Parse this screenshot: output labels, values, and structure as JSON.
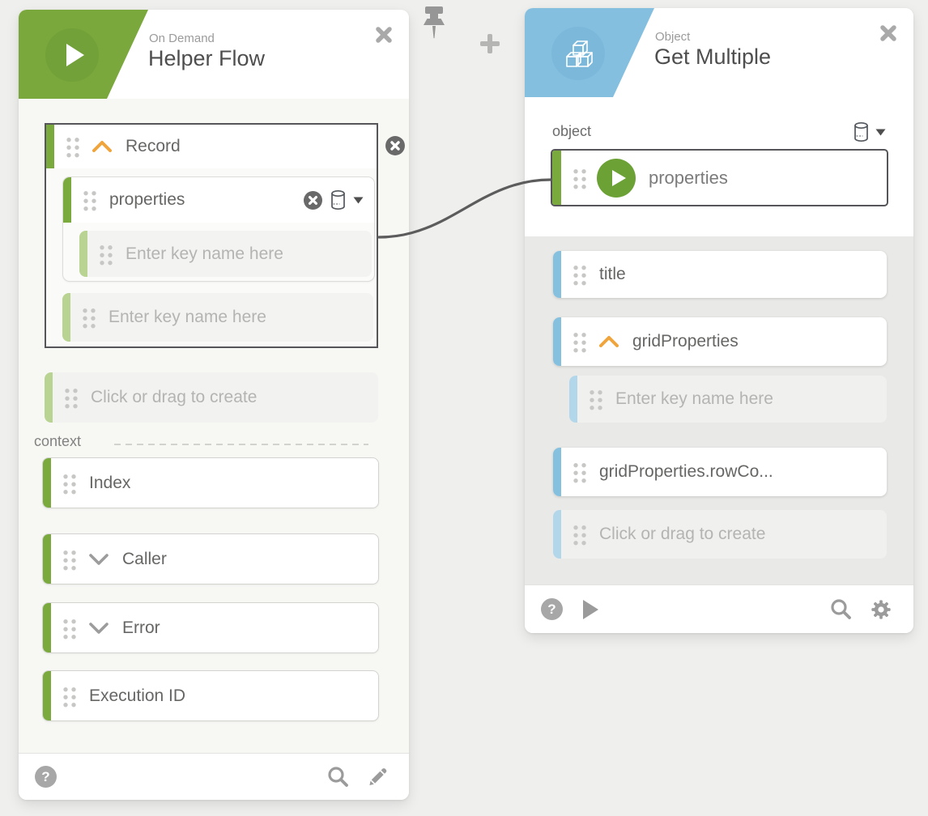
{
  "colors": {
    "green": "#7aa83c",
    "green_dark": "#71a138",
    "green_bar_light": "#b9d392",
    "blue": "#84bfe0",
    "blue_dark": "#7bb8da",
    "blue_bar_light": "#b3d7ea",
    "orange": "#f0a43c",
    "connector": "#5c5c5c"
  },
  "canvas": {
    "pin_icon": "pushpin-icon",
    "add_icon": "plus-icon"
  },
  "left_card": {
    "header": {
      "kind": "On Demand",
      "title": "Helper Flow",
      "icon": "play-icon"
    },
    "record": {
      "label": "Record",
      "properties": {
        "label": "properties",
        "icons": [
          "remove-icon",
          "database-icon",
          "caret-down-icon"
        ]
      },
      "nested_placeholder": "Enter key name here",
      "placeholder": "Enter key name here"
    },
    "create_placeholder": "Click or drag to create",
    "context": {
      "label": "context",
      "items": [
        {
          "label": "Index",
          "expandable": false
        },
        {
          "label": "Caller",
          "expandable": true
        },
        {
          "label": "Error",
          "expandable": true
        },
        {
          "label": "Execution ID",
          "expandable": false
        }
      ]
    },
    "footer": {
      "help": "?",
      "icons": [
        "help-icon",
        "search-icon",
        "edit-icon"
      ]
    }
  },
  "right_card": {
    "header": {
      "kind": "Object",
      "title": "Get Multiple",
      "icon": "cubes-icon"
    },
    "object": {
      "label": "object",
      "value": "properties",
      "picker_icons": [
        "database-icon",
        "caret-down-icon"
      ]
    },
    "fields": [
      {
        "label": "title"
      },
      {
        "label": "gridProperties",
        "expanded": true
      },
      {
        "placeholder": "Enter key name here"
      },
      {
        "label": "gridProperties.rowCo..."
      },
      {
        "placeholder": "Click or drag to create"
      }
    ],
    "footer": {
      "help": "?",
      "icons": [
        "help-icon",
        "run-icon",
        "search-icon",
        "settings-icon"
      ]
    }
  }
}
